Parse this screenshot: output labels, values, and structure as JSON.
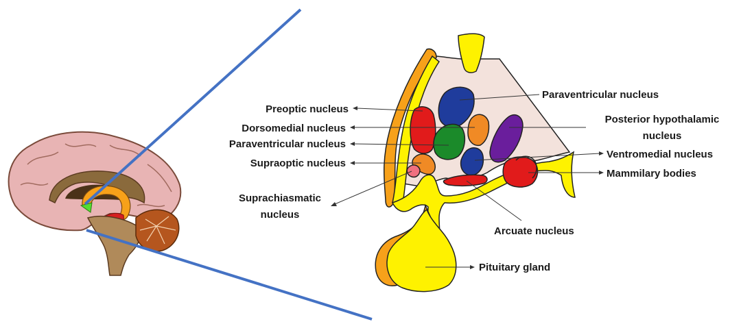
{
  "labels": {
    "paraventricular_top": "Paraventricular nucleus",
    "preoptic": "Preoptic nucleus",
    "dorsomedial": "Dorsomedial nucleus",
    "paraventricular_left": "Paraventricular nucleus",
    "supraoptic": "Supraoptic nucleus",
    "suprachiasmatic_line1": "Suprachiasmatic",
    "suprachiasmatic_line2": "nucleus",
    "posterior_line1": "Posterior hypothalamic",
    "posterior_line2": "nucleus",
    "ventromedial": "Ventromedial nucleus",
    "mammillary": "Mammilary bodies",
    "arcuate": "Arcuate nucleus",
    "pituitary": "Pituitary gland"
  },
  "colors": {
    "zoom_lines": "#4472c4",
    "brain_cortex": "#e8b4b4",
    "brain_outline": "#7a4a3a",
    "brainstem": "#b08a5a",
    "cerebellum": "#b5561e",
    "hypothalamus_marker": "#55dd33",
    "yellow": "#fef200",
    "orange": "#f7a11a",
    "hypothalamus_fill": "#f3e2dc",
    "paraventricular": "#1f3c9c",
    "preoptic": "#e11b1b",
    "dorsomedial": "#f08a25",
    "paraventricular_green": "#1b8a2a",
    "posterior": "#6a1e9c",
    "ventromedial": "#1f3c9c",
    "supraoptic": "#f08a25",
    "suprachiasmatic": "#f07080",
    "mammillary": "#e11b1b",
    "arcuate": "#e11b1b"
  }
}
